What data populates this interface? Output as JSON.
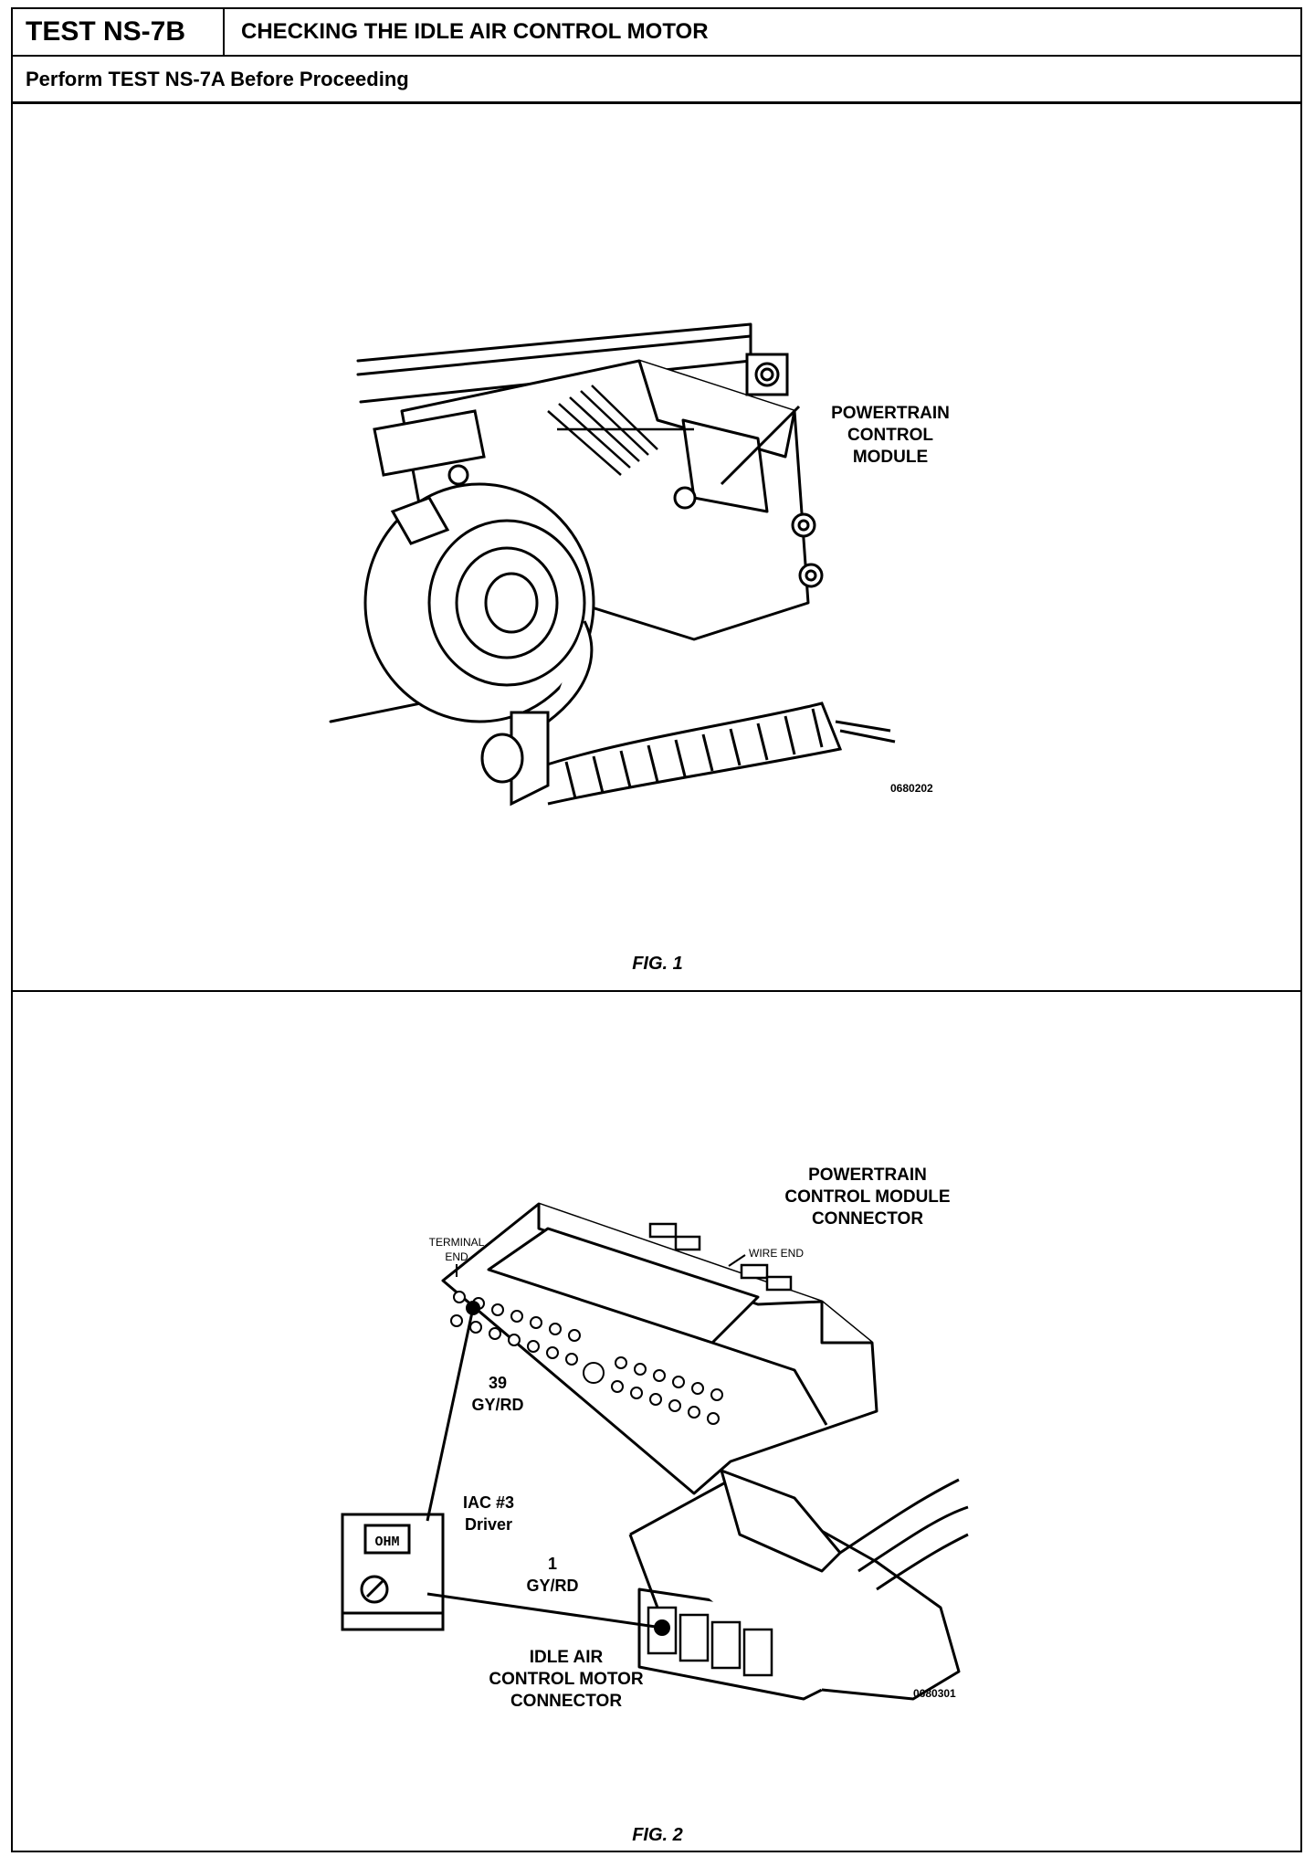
{
  "header": {
    "test_id": "TEST NS-7B",
    "title": "CHECKING THE IDLE AIR CONTROL MOTOR",
    "prerequisite": "Perform TEST NS-7A Before Proceeding"
  },
  "figure1": {
    "caption": "FIG. 1",
    "callout_line1": "POWERTRAIN",
    "callout_line2": "CONTROL",
    "callout_line3": "MODULE",
    "ref_code": "0680202"
  },
  "figure2": {
    "caption": "FIG. 2",
    "pcm_connector_line1": "POWERTRAIN",
    "pcm_connector_line2": "CONTROL MODULE",
    "pcm_connector_line3": "CONNECTOR",
    "terminal_end_line1": "TERMINAL",
    "terminal_end_line2": "END",
    "wire_end": "WIRE END",
    "pin39_number": "39",
    "pin39_color": "GY/RD",
    "iac_driver_line1": "IAC #3",
    "iac_driver_line2": "Driver",
    "pin1_number": "1",
    "pin1_color": "GY/RD",
    "iac_connector_line1": "IDLE AIR",
    "iac_connector_line2": "CONTROL MOTOR",
    "iac_connector_line3": "CONNECTOR",
    "meter_display": "OHM",
    "ref_code": "0680301"
  }
}
